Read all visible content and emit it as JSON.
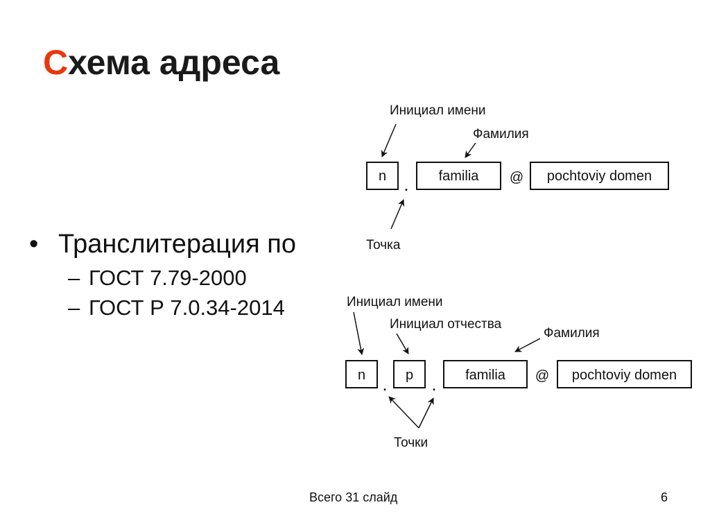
{
  "title": {
    "accent": "С",
    "rest": "хема адреса"
  },
  "bullet": {
    "main": "Транслитерация по",
    "items": [
      "ГОСТ 7.79-2000",
      "ГОСТ Р 7.0.34-2014"
    ],
    "marker": "•",
    "sub_marker": "–"
  },
  "diagram1": {
    "boxes": {
      "n": "n",
      "familia": "familia",
      "domain": "pochtoviy domen"
    },
    "at": "@",
    "dot": ".",
    "labels": {
      "initial_name": "Инициал имени",
      "surname": "Фамилия",
      "dot": "Точка"
    }
  },
  "diagram2": {
    "boxes": {
      "n": "n",
      "p": "p",
      "familia": "familia",
      "domain": "pochtoviy domen"
    },
    "at": "@",
    "dot": ".",
    "labels": {
      "initial_name": "Инициал имени",
      "initial_patronymic": "Инициал отчества",
      "surname": "Фамилия",
      "dots": "Точки"
    }
  },
  "footer": {
    "total": "Всего 31 слайд",
    "page": "6"
  },
  "colors": {
    "accent": "#e8380d",
    "text": "#111111"
  }
}
